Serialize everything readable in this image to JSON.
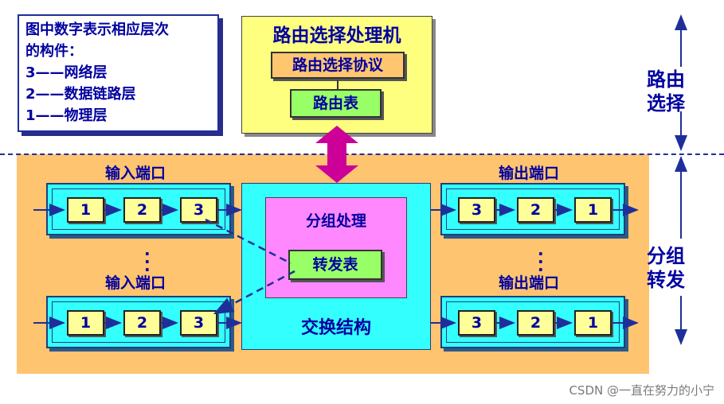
{
  "legend": {
    "lines": [
      "图中数字表示相应层次",
      "的构件：",
      "3——网络层",
      "2——数据链路层",
      "1——物理层"
    ]
  },
  "routing_processor": {
    "title": "路由选择处理机",
    "protocol": "路由选择协议",
    "routing_table": "路由表"
  },
  "input_port_label": "输入端口",
  "output_port_label": "输出端口",
  "input_cells": [
    "1",
    "2",
    "3"
  ],
  "output_cells": [
    "3",
    "2",
    "1"
  ],
  "packet_processing": {
    "title": "分组处理",
    "forwarding_table": "转发表"
  },
  "switch_fabric": "交换结构",
  "side": {
    "routing": "路由\n选择",
    "forwarding": "分组\n转发"
  },
  "watermark": "CSDN @一直在努力的小宁",
  "colors": {
    "text": "#0000a0",
    "processor_bg": "#ffff7f",
    "forwarding_bg": "#ffc46f",
    "port_bg": "#33ffff",
    "packet_bg": "#ff88ff",
    "table_bg": "#99ff66",
    "arrow_magenta": "#cc0099"
  }
}
